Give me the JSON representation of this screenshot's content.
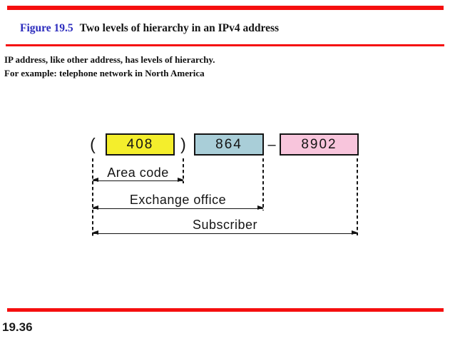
{
  "slide": {
    "figure_label": "Figure 19.5",
    "figure_title": "Two levels of hierarchy in an IPv4 address",
    "note_lines": [
      "IP address, like other address, has levels of hierarchy.",
      "For example: telephone network in North America"
    ],
    "page_number": "19.36"
  },
  "diagram": {
    "phone_number": {
      "open_paren": "(",
      "area_code": "408",
      "close_paren": ")",
      "exchange": "864",
      "separator": "–",
      "subscriber": "8902"
    },
    "levels": [
      {
        "label": "Area code"
      },
      {
        "label": "Exchange office"
      },
      {
        "label": "Subscriber"
      }
    ]
  },
  "colors": {
    "accent_red": "#f50f0f",
    "title_blue": "#2b2bbd",
    "box_yellow": "#f4ee2c",
    "box_blue": "#a9ced8",
    "box_pink": "#f8c5dc",
    "ink": "#141414"
  }
}
